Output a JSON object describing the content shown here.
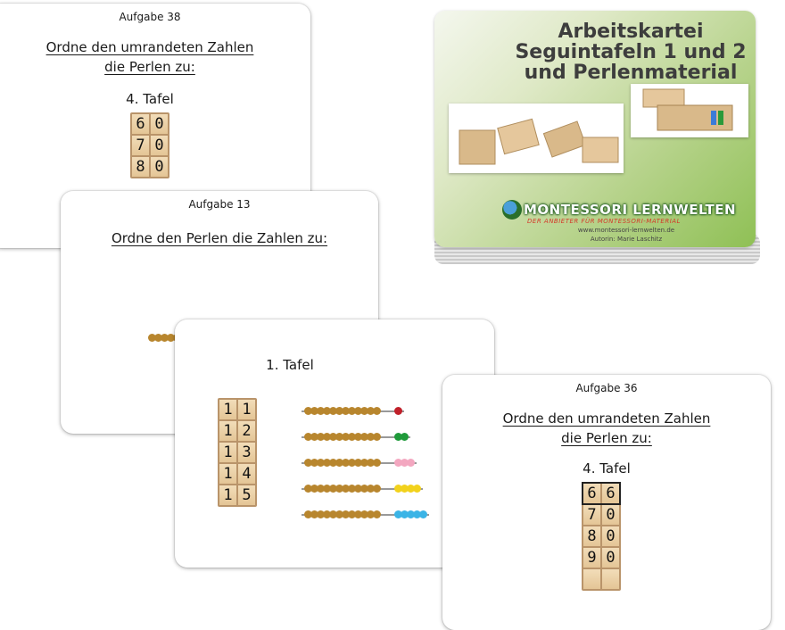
{
  "cards": {
    "card38": {
      "aufgabe": "Aufgabe 38",
      "heading_line1": "Ordne den umrandeten Zahlen",
      "heading_line2": "die Perlen zu:",
      "tafel": "4. Tafel",
      "tiles": [
        [
          "6",
          "0"
        ],
        [
          "7",
          "0"
        ],
        [
          "8",
          "0"
        ]
      ]
    },
    "card13": {
      "aufgabe": "Aufgabe 13",
      "heading": "Ordne den Perlen die Zahlen zu:"
    },
    "card1": {
      "tafel": "1. Tafel",
      "tiles": [
        [
          "1",
          "1"
        ],
        [
          "1",
          "2"
        ],
        [
          "1",
          "3"
        ],
        [
          "1",
          "4"
        ],
        [
          "1",
          "5"
        ]
      ]
    },
    "card36": {
      "aufgabe": "Aufgabe 36",
      "heading_line1": "Ordne den umrandeten Zahlen",
      "heading_line2": "die Perlen zu:",
      "tafel": "4. Tafel",
      "tiles": [
        [
          "6",
          "6"
        ],
        [
          "7",
          "0"
        ],
        [
          "8",
          "0"
        ],
        [
          "9",
          "0"
        ]
      ]
    }
  },
  "box": {
    "title_line1": "Arbeitskartei",
    "title_line2": "Seguintafeln 1 und 2",
    "title_line3": "und Perlenmaterial",
    "logo": "MONTESSORI LERNWELTEN",
    "tagline": "DER ANBIETER FÜR MONTESSORI-MATERIAL",
    "website": "www.montessori-lernwelten.de",
    "author": "Autorin: Marie Laschitz"
  },
  "colors": {
    "bead_gold": "#b8862e",
    "bead_red": "#c0202a",
    "bead_green": "#1f9a3a",
    "bead_pink": "#f3a7c0",
    "bead_yellow": "#f2d21c",
    "bead_blue": "#3bb4e6",
    "box_green": "#8fc055"
  }
}
